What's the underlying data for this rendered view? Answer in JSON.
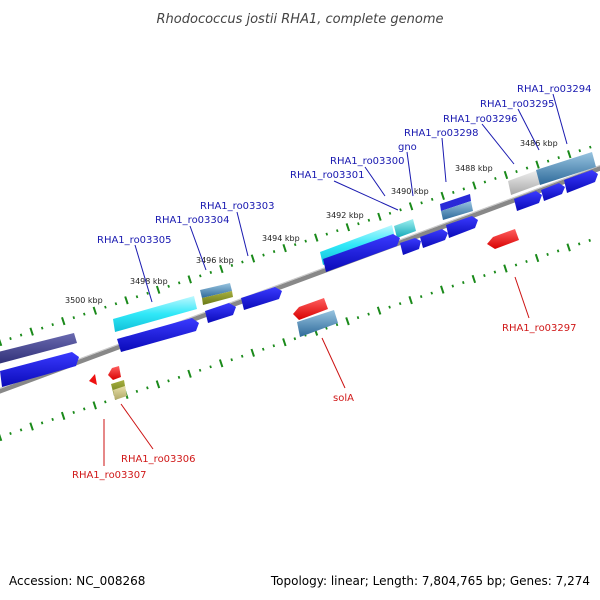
{
  "title": "Rhodococcus jostii RHA1, complete genome",
  "footer": {
    "accession": "Accession: NC_008268",
    "summary": "Topology: linear; Length: 7,804,765 bp; Genes: 7,274"
  },
  "scale_labels": [
    "3500 kbp",
    "3498 kbp",
    "3496 kbp",
    "3494 kbp",
    "3492 kbp",
    "3490 kbp",
    "3488 kbp",
    "3486 kbp"
  ],
  "top_genes": [
    "RHA1_ro03294",
    "RHA1_ro03295",
    "RHA1_ro03296",
    "RHA1_ro03298",
    "gno",
    "RHA1_ro03300",
    "RHA1_ro03301",
    "RHA1_ro03303",
    "RHA1_ro03304",
    "RHA1_ro03305"
  ],
  "bottom_genes": [
    "RHA1_ro03297",
    "solA",
    "RHA1_ro03306",
    "RHA1_ro03307"
  ],
  "colors": {
    "forward_gene": "#1a1ae0",
    "reverse_gene": "#ee1111",
    "cyan_feature": "#22e0f0",
    "steelblue_feature": "#4a86b8",
    "backbone": "#808080",
    "tick": "#1a8a1a",
    "label_top": "#1818b0",
    "label_bottom": "#d01818"
  }
}
